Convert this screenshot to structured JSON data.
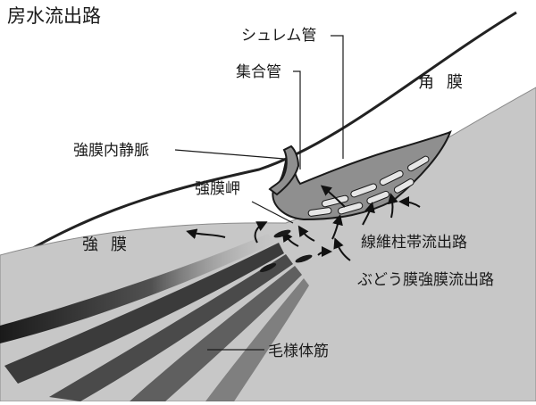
{
  "title": "房水流出路",
  "labels": {
    "schlemm_canal": "シュレム管",
    "collector_channel": "集合管",
    "cornea": "角膜",
    "intrascleral_vein": "強膜内静脈",
    "scleral_spur": "強膜岬",
    "sclera": "強膜",
    "trabecular_outflow": "線維柱帯流出路",
    "uveoscleral_outflow": "ぶどう膜強膜流出路",
    "ciliary_muscle": "毛様体筋"
  },
  "colors": {
    "tissue_fill": "#c7c7c7",
    "canal_fill": "#8f8f8f",
    "muscle_dark": "#2a2a2a",
    "outline": "#1a1a1a",
    "background": "#ffffff"
  }
}
